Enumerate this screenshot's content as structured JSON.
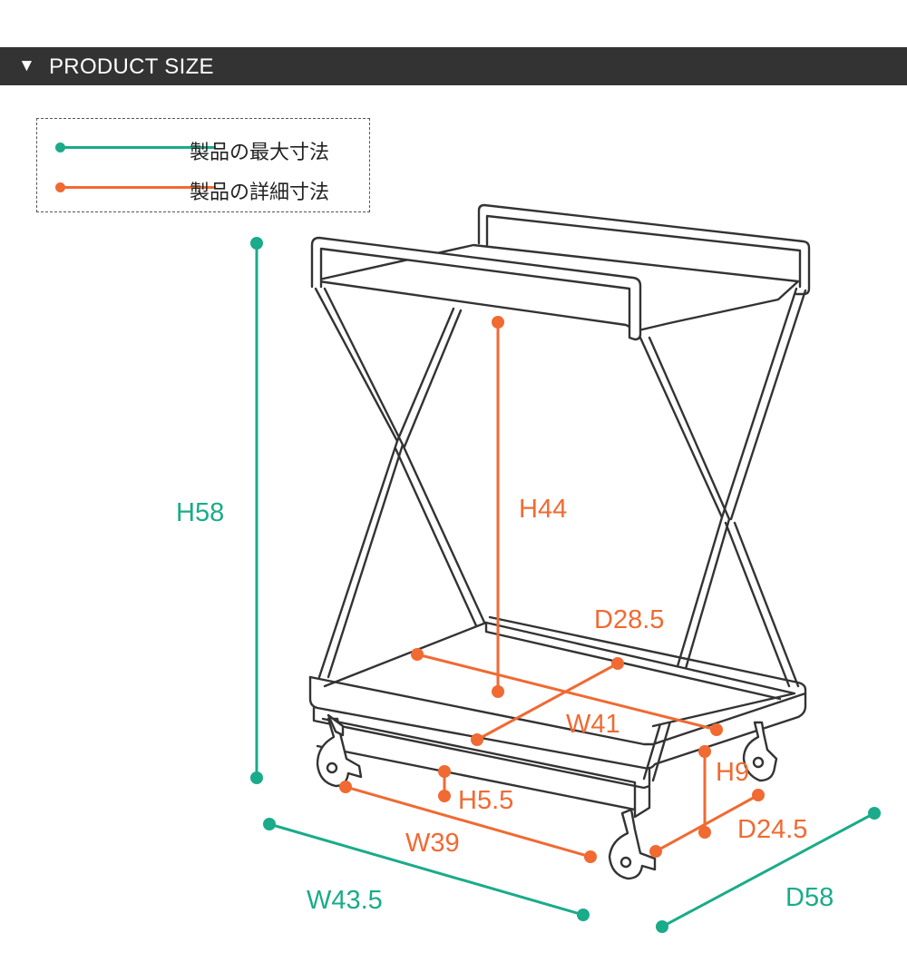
{
  "header": {
    "arrow": "▼",
    "title": "PRODUCT SIZE"
  },
  "legend": {
    "max_label": "製品の最大寸法",
    "detail_label": "製品の詳細寸法"
  },
  "colors": {
    "max": "#1aab8a",
    "detail": "#f06a32",
    "frame": "#333333",
    "header_bg": "#333333"
  },
  "dimensions": {
    "max": {
      "height": "H58",
      "width": "W43.5",
      "depth": "D58"
    },
    "detail": {
      "inner_height": "H44",
      "top_depth": "D28.5",
      "top_width": "W41",
      "shelf_height": "H9",
      "caster_height": "H5.5",
      "base_width": "W39",
      "base_depth": "D24.5"
    }
  }
}
